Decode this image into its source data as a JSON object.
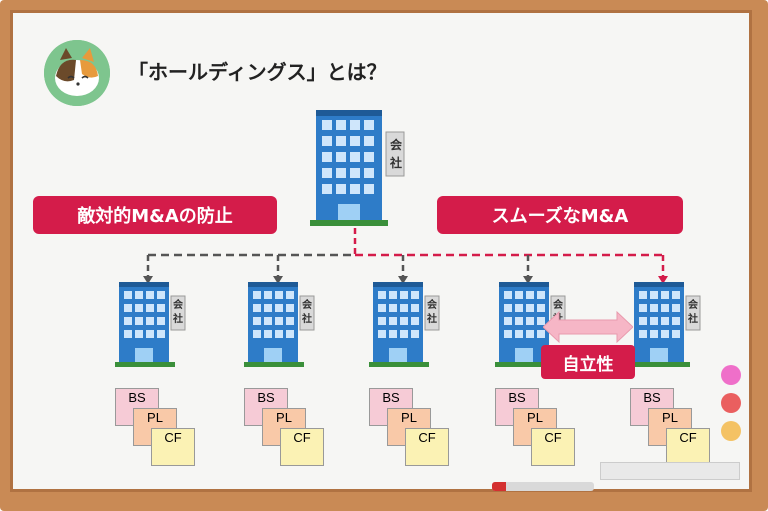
{
  "title": "「ホールディングス」とは？",
  "tags": {
    "left": "敵対的M&Aの防止",
    "right": "スムーズなM&A",
    "independence": "自立性"
  },
  "building_sign": [
    "会",
    "社"
  ],
  "subsidiaries": [
    {
      "docs": [
        "BS",
        "PL",
        "CF"
      ]
    },
    {
      "docs": [
        "BS",
        "PL",
        "CF"
      ]
    },
    {
      "docs": [
        "BS",
        "PL",
        "CF"
      ]
    },
    {
      "docs": [
        "BS",
        "PL",
        "CF"
      ]
    },
    {
      "docs": [
        "BS",
        "PL",
        "CF"
      ]
    }
  ],
  "colors": {
    "accent": "#d41c4a",
    "board_frame": "#c98a55",
    "building_blue": "#2e7cc8",
    "dashed_gray": "#555555",
    "dashed_red": "#d41c4a",
    "arrow_pink": "#f6b6c6"
  },
  "icons": [
    "cat-avatar-icon",
    "building-icon",
    "double-arrow-icon"
  ]
}
